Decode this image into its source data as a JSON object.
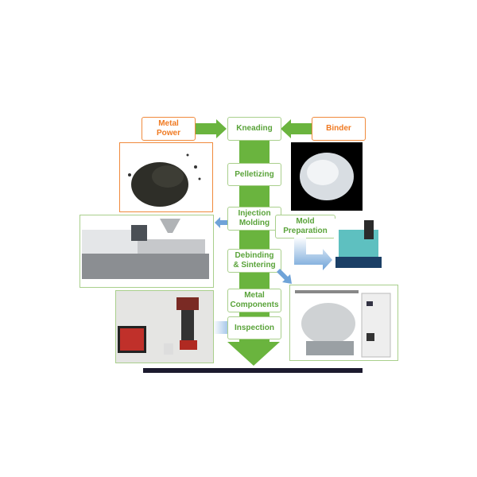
{
  "inputs": {
    "metal": "Metal Power",
    "binder": "Binder"
  },
  "steps": {
    "kneading": "Kneading",
    "pelletizing": "Pelletizing",
    "injection_1": "Injection",
    "injection_2": "Molding",
    "debinding_1": "Debinding",
    "debinding_2": "& Sintering",
    "components_1": "Metal",
    "components_2": "Components",
    "inspection": "Inspection"
  },
  "side": {
    "mold_1": "Mold",
    "mold_2": "Preparation"
  },
  "colors": {
    "flow": "#6ab43e",
    "input": "#f07a22",
    "side_arrow": "#6fa3d8"
  }
}
